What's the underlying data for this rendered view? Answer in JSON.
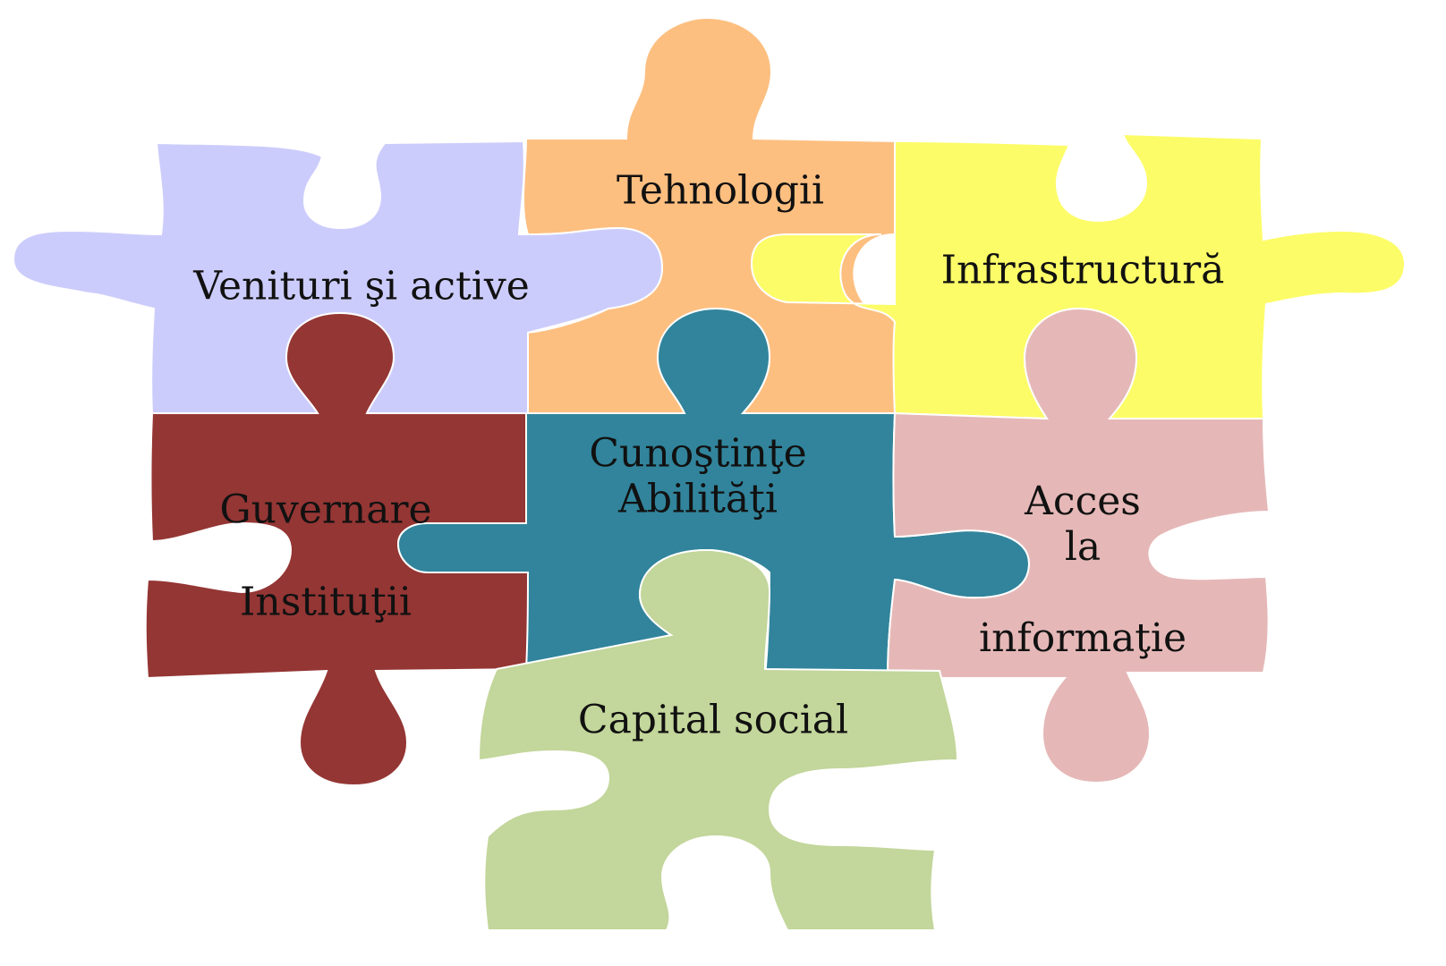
{
  "diagram": {
    "type": "jigsaw-puzzle",
    "pieces": [
      {
        "id": "tehnologii",
        "color": "#FDBF80",
        "lines": [
          "Tehnologii"
        ]
      },
      {
        "id": "venituri",
        "color": "#CCCCFC",
        "lines": [
          "Venituri şi active"
        ]
      },
      {
        "id": "infrastructura",
        "color": "#FCFC68",
        "lines": [
          "Infrastructură"
        ]
      },
      {
        "id": "guvernare",
        "color": "#943634",
        "lines": [
          "Guvernare",
          "",
          "Instituţii"
        ]
      },
      {
        "id": "cunostinte",
        "color": "#31849B",
        "lines": [
          "Cunoştinţe",
          "Abilităţi"
        ]
      },
      {
        "id": "acces",
        "color": "#E5B8B7",
        "lines": [
          "Acces",
          "la",
          "",
          "informaţie"
        ]
      },
      {
        "id": "capital",
        "color": "#C3D69B",
        "lines": [
          "Capital social"
        ]
      }
    ]
  }
}
